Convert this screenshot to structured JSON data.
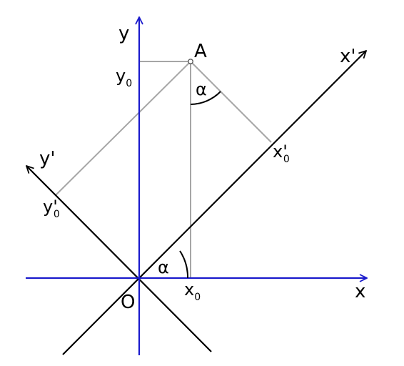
{
  "labels": {
    "y_axis": "y",
    "x_axis": "x",
    "x_prime_axis": "x'",
    "y_prime_axis": "y'",
    "origin": "O",
    "point_a": "A",
    "alpha_top": "α",
    "alpha_bottom": "α",
    "x0_base": "x",
    "x0_sub": "0",
    "y0_base": "y",
    "y0_sub": "0",
    "x0p_base": "x'",
    "x0p_sub": "0",
    "y0p_base": "y'",
    "y0p_sub": "0"
  },
  "colors": {
    "original_axes": "#1a1acc",
    "rotated_axes": "#000000",
    "projections": "#a6a6a6",
    "text": "#000000"
  }
}
